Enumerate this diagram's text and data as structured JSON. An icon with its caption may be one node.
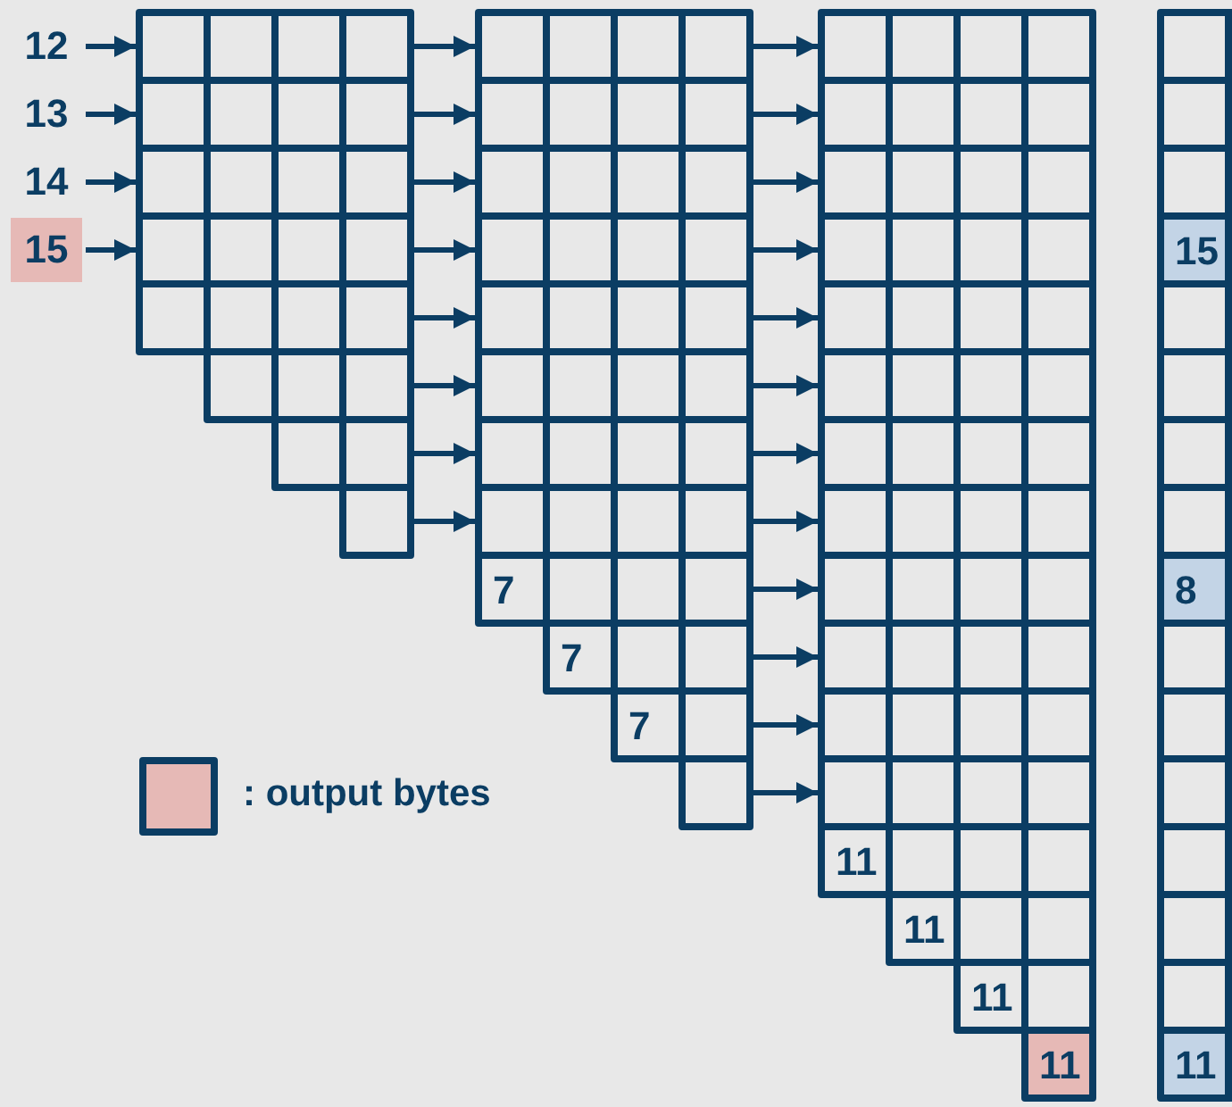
{
  "diagram": {
    "nodes": [
      {
        "text": [
          "12"
        ]
      },
      {
        "text": [
          "13"
        ]
      },
      {
        "text": [
          "14"
        ]
      },
      {
        "text": [
          "15"
        ]
      },
      {
        "text": [],
        "shape": "box"
      },
      {
        "text": [
          "7",
          "7",
          "7"
        ]
      },
      {
        "text": [
          "11",
          "11",
          "11",
          "11"
        ]
      },
      {
        "text": [
          "15",
          "8",
          "11"
        ]
      }
    ],
    "edges": [
      {
        "from": 0,
        "to": 4,
        "arrow": "to"
      },
      {
        "from": 1,
        "to": 4,
        "arrow": "to"
      },
      {
        "from": 2,
        "to": 4,
        "arrow": "to"
      },
      {
        "from": 3,
        "to": 4,
        "arrow": "to"
      },
      {
        "from": 4,
        "to": 5,
        "arrow": "to"
      },
      {
        "from": 4,
        "to": 5,
        "arrow": "to"
      },
      {
        "from": 4,
        "to": 5,
        "arrow": "to"
      },
      {
        "from": 4,
        "to": 5,
        "arrow": "to"
      },
      {
        "from": 4,
        "to": 5,
        "arrow": "to"
      },
      {
        "from": 4,
        "to": 5,
        "arrow": "to"
      },
      {
        "from": 4,
        "to": 5,
        "arrow": "to"
      },
      {
        "from": 4,
        "to": 5,
        "arrow": "to"
      },
      {
        "from": 5,
        "to": 6,
        "arrow": "to"
      },
      {
        "from": 5,
        "to": 6,
        "arrow": "to"
      },
      {
        "from": 5,
        "to": 6,
        "arrow": "to"
      },
      {
        "from": 5,
        "to": 6,
        "arrow": "to"
      },
      {
        "from": 5,
        "to": 6,
        "arrow": "to"
      },
      {
        "from": 5,
        "to": 6,
        "arrow": "to"
      },
      {
        "from": 5,
        "to": 6,
        "arrow": "to"
      },
      {
        "from": 5,
        "to": 6,
        "arrow": "to"
      },
      {
        "from": 5,
        "to": 6,
        "arrow": "to"
      },
      {
        "from": 5,
        "to": 6,
        "arrow": "to"
      },
      {
        "from": 5,
        "to": 6,
        "arrow": "to"
      },
      {
        "from": 5,
        "to": 6,
        "arrow": "to"
      }
    ],
    "legend": [
      {
        "text": ": output bytes",
        "color": "#e6b9b6"
      }
    ]
  }
}
